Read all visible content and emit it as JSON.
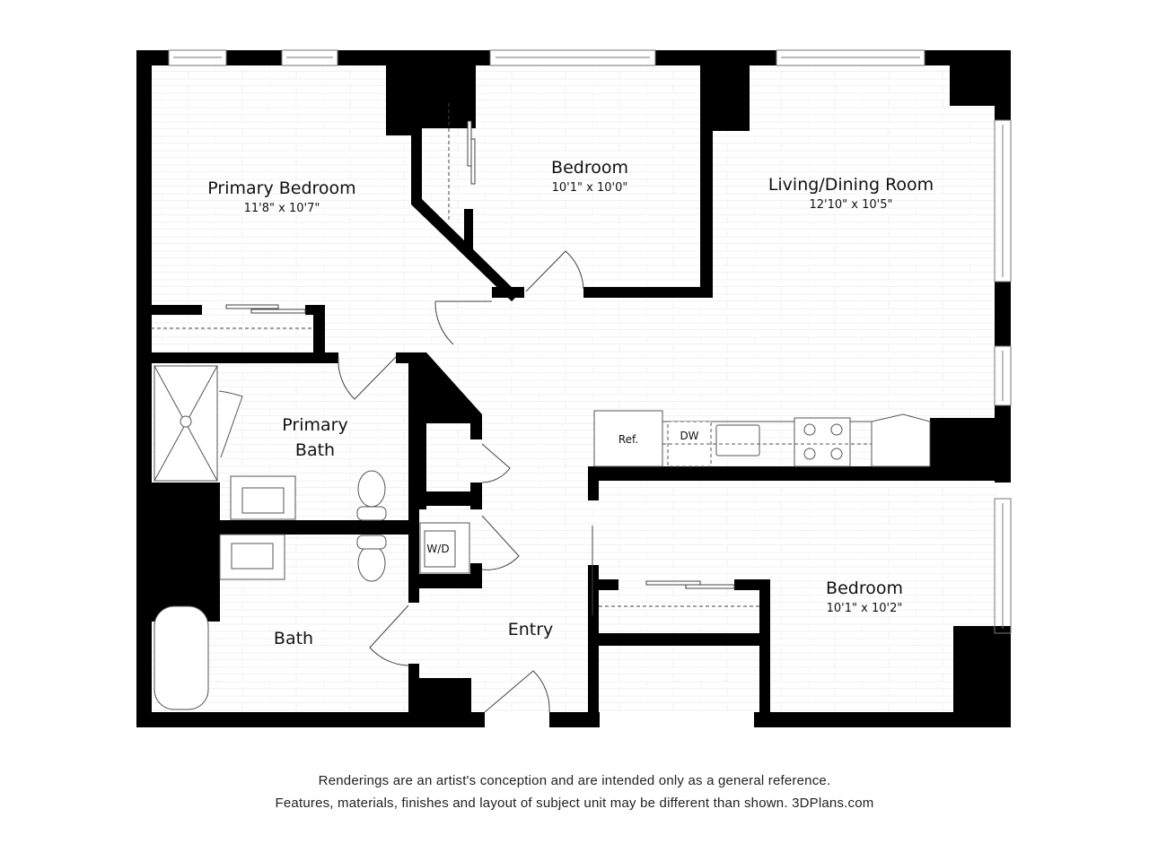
{
  "rooms": {
    "primary_bedroom": {
      "name": "Primary Bedroom",
      "dimensions": "11'8\" x 10'7\""
    },
    "bedroom_top": {
      "name": "Bedroom",
      "dimensions": "10'1\" x 10'0\""
    },
    "living_dining": {
      "name": "Living/Dining Room",
      "dimensions": "12'10\" x 10'5\""
    },
    "primary_bath": {
      "name_line1": "Primary",
      "name_line2": "Bath"
    },
    "bath": {
      "name": "Bath"
    },
    "entry": {
      "name": "Entry"
    },
    "bedroom_bottom": {
      "name": "Bedroom",
      "dimensions": "10'1\" x 10'2\""
    }
  },
  "fixtures": {
    "refrigerator": "Ref.",
    "dishwasher": "DW",
    "washer_dryer": "W/D"
  },
  "colors": {
    "wall": "#000000",
    "background": "#ffffff",
    "line": "#555555"
  },
  "disclaimer": {
    "line1": "Renderings are an artist's conception and are intended only as a general reference.",
    "line2": "Features, materials, finishes and layout of subject unit may be different than shown. 3DPlans.com"
  }
}
